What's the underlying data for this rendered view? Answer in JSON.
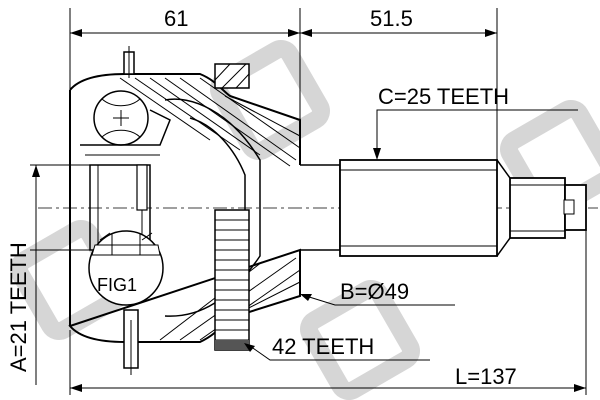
{
  "dimensions": {
    "housing_length": "61",
    "shaft_length": "51.5",
    "overall_length": "L=137"
  },
  "callouts": {
    "shaft_spline": "C=25 TEETH",
    "diameter": "B=Ø49",
    "abs_ring": "42 TEETH",
    "inner_spline": "A=21 TEETH"
  },
  "detail": {
    "label": "FIG1"
  },
  "colors": {
    "line": "#000000",
    "watermark": "#d6d6d6",
    "background": "#ffffff"
  }
}
